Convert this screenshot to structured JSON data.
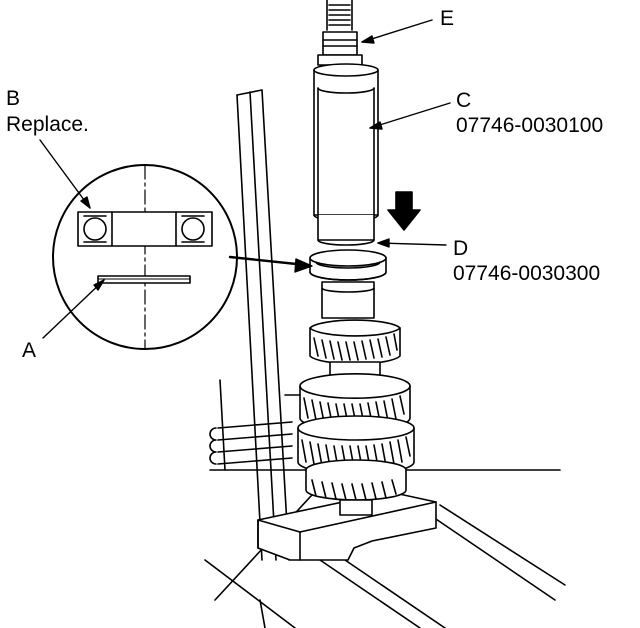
{
  "labels": {
    "a": "A",
    "b": "B",
    "b_note": "Replace.",
    "c": "C",
    "c_part": "07746-0030100",
    "d": "D",
    "d_part": "07746-0030300",
    "e": "E"
  },
  "colors": {
    "ink": "#000000",
    "paper": "#ffffff"
  }
}
